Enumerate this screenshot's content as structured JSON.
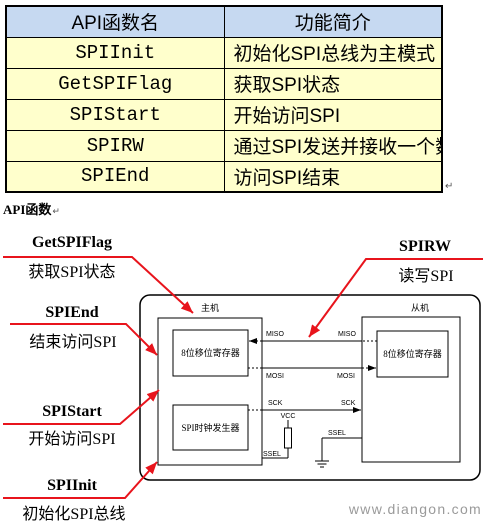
{
  "table": {
    "header": {
      "name": "API函数名",
      "desc": "功能简介"
    },
    "rows": [
      {
        "name": "SPIInit",
        "desc": "初始化SPI总线为主模式"
      },
      {
        "name": "GetSPIFlag",
        "desc": "获取SPI状态"
      },
      {
        "name": "SPIStart",
        "desc": "开始访问SPI"
      },
      {
        "name": "SPIRW",
        "desc": "通过SPI发送并接收一个数据"
      },
      {
        "name": "SPIEnd",
        "desc": "访问SPI结束"
      }
    ],
    "end_mark": "↵"
  },
  "caption": {
    "text": "API函数",
    "mark": "↵"
  },
  "diagram": {
    "callouts": {
      "get_spi_flag": {
        "name": "GetSPIFlag",
        "desc": "获取SPI状态"
      },
      "spi_end": {
        "name": "SPIEnd",
        "desc": "结束访问SPI"
      },
      "spi_start": {
        "name": "SPIStart",
        "desc": "开始访问SPI"
      },
      "spi_init": {
        "name": "SPIInit",
        "desc": "初始化SPI总线"
      },
      "spi_rw": {
        "name": "SPIRW",
        "desc": "读写SPI"
      }
    },
    "master": {
      "title": "主机",
      "shift_register": "8位移位寄存器",
      "clock_generator": "SPI时钟发生器"
    },
    "slave": {
      "title": "从机",
      "shift_register": "8位移位寄存器"
    },
    "signals": {
      "miso": "MISO",
      "mosi": "MOSI",
      "sck": "SCK",
      "ssel": "SSEL",
      "vcc": "VCC"
    }
  },
  "watermark": "www.diangon.com",
  "colors": {
    "table_header_bg": "#C6D9F1",
    "table_row_bg": "#FFFFCC",
    "callout_red": "#E8141C",
    "diagram_line": "#000000",
    "watermark": "#9A9A9A"
  }
}
